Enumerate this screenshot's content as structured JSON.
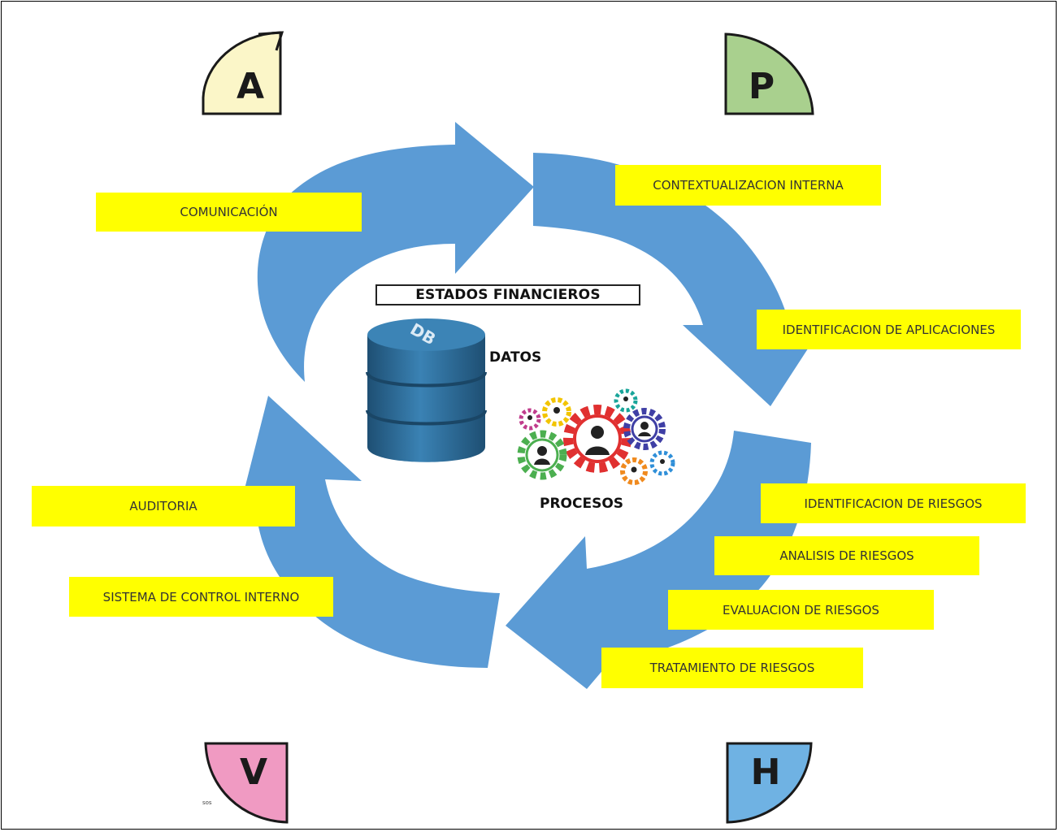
{
  "phases": {
    "a": {
      "letter": "A",
      "color": "#fbf6c8"
    },
    "p": {
      "letter": "P",
      "color": "#a9d08e"
    },
    "v": {
      "letter": "V",
      "color": "#f09ac2"
    },
    "h": {
      "letter": "H",
      "color": "#6fb2e3"
    }
  },
  "center": {
    "title": "ESTADOS FINANCIEROS",
    "db_label": "DATOS",
    "db_icon_text": "DB",
    "processes_label": "PROCESOS"
  },
  "steps": {
    "comunicacion": "COMUNICACIÓN",
    "contextualizacion": "CONTEXTUALIZACION INTERNA",
    "identificacion_aplicaciones": "IDENTIFICACION DE APLICACIONES",
    "identificacion_riesgos": "IDENTIFICACION DE RIESGOS",
    "analisis_riesgos": "ANALISIS DE RIESGOS",
    "evaluacion_riesgos": "EVALUACION DE RIESGOS",
    "tratamiento_riesgos": "TRATAMIENTO DE RIESGOS",
    "auditoria": "AUDITORIA",
    "sistema_control": "SISTEMA DE CONTROL INTERNO"
  },
  "small_note": "sos",
  "colors": {
    "arrow": "#5b9bd5",
    "label_bg": "#ffff00",
    "db_body": "#2d6a96",
    "db_top": "#3c84b6"
  }
}
